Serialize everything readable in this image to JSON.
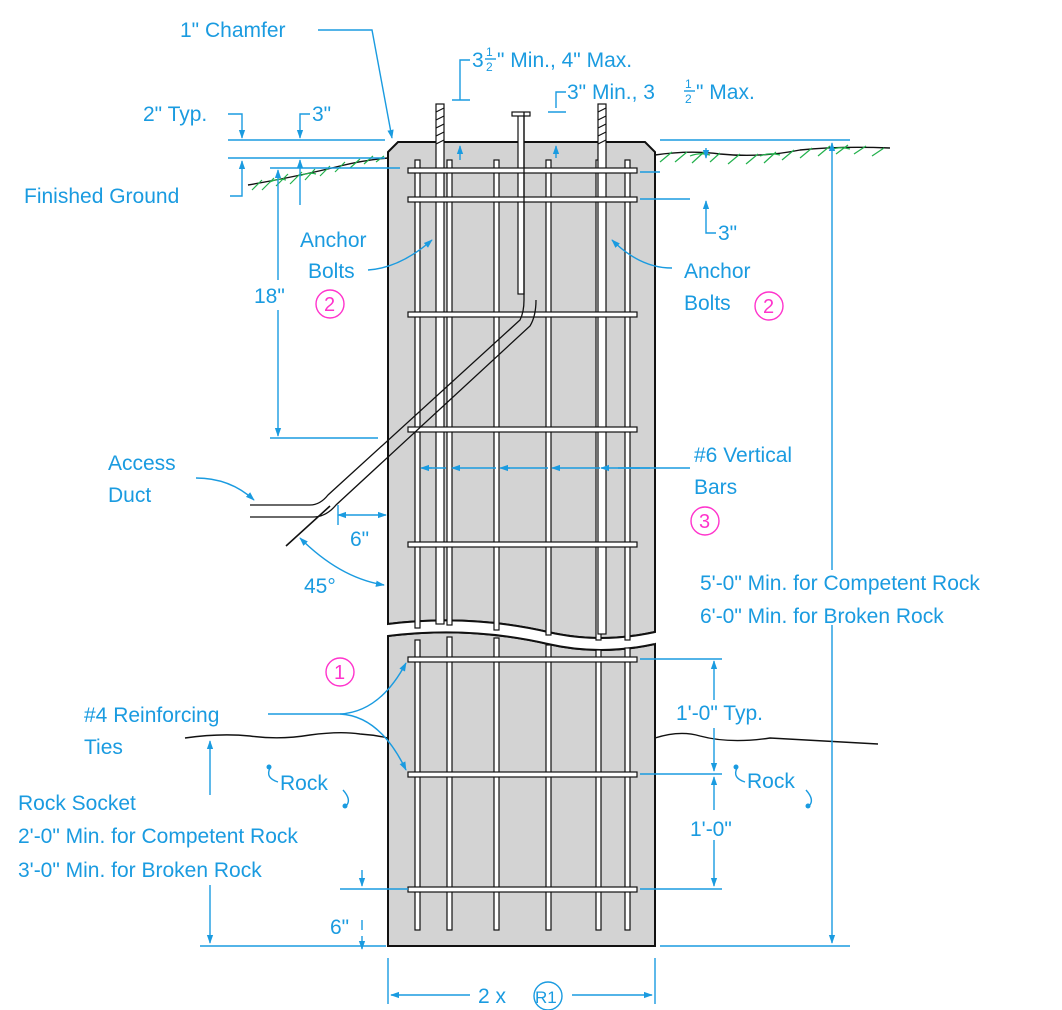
{
  "labels": {
    "chamfer": "1\" Chamfer",
    "two_typ": "2\" Typ.",
    "three_top": "3\"",
    "finished_ground": "Finished Ground",
    "anchor_bolts_left_1": "Anchor",
    "anchor_bolts_left_2": "Bolts",
    "anchor_bolts_right_1": "Anchor",
    "anchor_bolts_right_2": "Bolts",
    "eighteen": "18\"",
    "three_right": "3\"",
    "bolt_proj_a": "3",
    "bolt_proj_a_rest": "\" Min., 4\" Max.",
    "bolt_proj_b_lead": "3\" Min., 3",
    "bolt_proj_b_rest": "\" Max.",
    "frac_num": "1",
    "frac_den": "2",
    "access_duct_1": "Access",
    "access_duct_2": "Duct",
    "six_duct": "6\"",
    "forty_five": "45°",
    "vertical_bars_1": "#6 Vertical",
    "vertical_bars_2": "Bars",
    "embed_1": "5'-0\" Min. for Competent Rock",
    "embed_2": "6'-0\" Min. for Broken Rock",
    "ties_1": "#4 Reinforcing",
    "ties_2": "Ties",
    "rock_left": "Rock",
    "rock_right": "Rock",
    "one_ft_typ": "1'-0\" Typ.",
    "one_ft": "1'-0\"",
    "socket_1": "Rock Socket",
    "socket_2": "2'-0\" Min. for Competent Rock",
    "socket_3": "3'-0\" Min. for Broken Rock",
    "six_bottom": "6\"",
    "width_label": "2 x",
    "width_circle": "R1"
  },
  "callouts": {
    "ties": "1",
    "anchor_left": "2",
    "anchor_right": "2",
    "vertical": "3"
  },
  "colors": {
    "dimension": "#1a9be0",
    "callout": "#ff33cc",
    "concrete": "#d3d3d3",
    "grass": "#22b14c"
  }
}
